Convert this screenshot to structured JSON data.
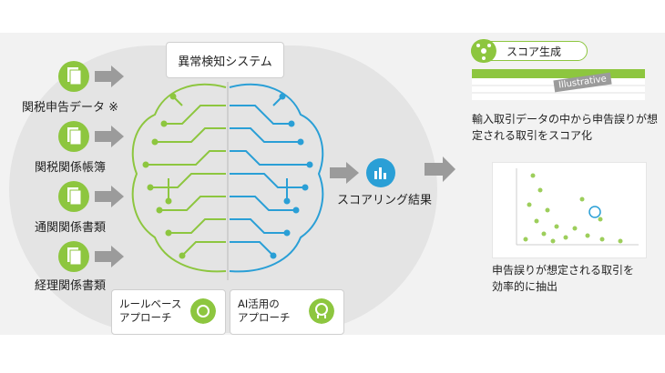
{
  "title": "異常検知システム",
  "documents": [
    {
      "label": "関税申告データ ※"
    },
    {
      "label": "関税関係帳簿"
    },
    {
      "label": "通関関係書類"
    },
    {
      "label": "経理関係書類"
    }
  ],
  "approaches": {
    "rule": "ルールベース\nアプローチ",
    "ai": "AI活用の\nアプローチ"
  },
  "scoring_result": "スコアリング結果",
  "score_panel": {
    "title": "スコア生成",
    "illustrative": "Illustrative",
    "desc": "輸入取引データの中から申告誤りが想\n定される取引をスコア化"
  },
  "extract_desc": "申告誤りが想定される取引を\n効率的に抽出",
  "colors": {
    "green": "#8dc63f",
    "blue": "#2a9fd6",
    "gray": "#9b9b9b"
  }
}
